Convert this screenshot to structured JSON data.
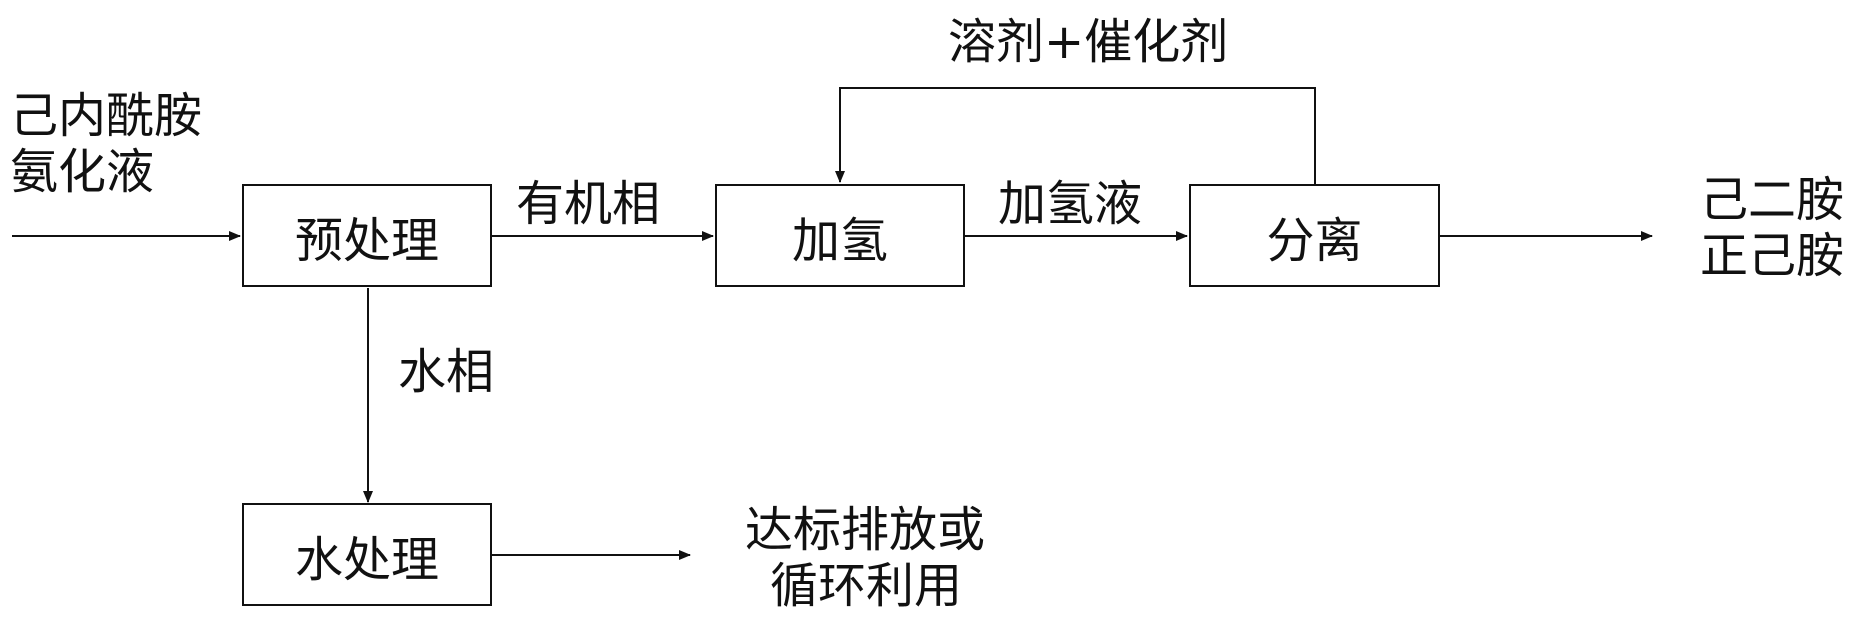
{
  "diagram": {
    "feed": [
      "己内酰胺",
      "氨化液"
    ],
    "boxes": {
      "pretreatment": "预处理",
      "hydrogenation": "加氢",
      "separation": "分离",
      "water_treatment": "水处理"
    },
    "edges": {
      "organic_phase": "有机相",
      "hydrogenated_liquid": "加氢液",
      "aqueous_phase": "水相",
      "recycle": "溶剂+催化剂"
    },
    "products": [
      "己二胺",
      "正己胺"
    ],
    "discharge": [
      "达标排放或",
      "循环利用"
    ]
  }
}
